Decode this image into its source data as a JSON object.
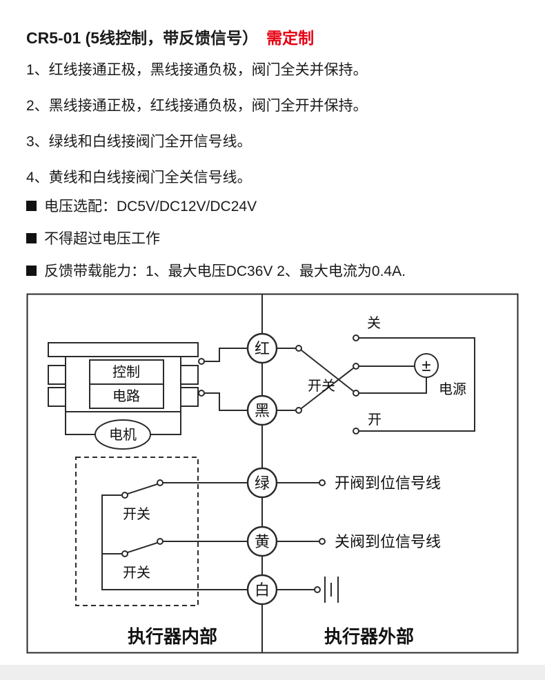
{
  "header": {
    "title": "CR5-01 (5线控制，带反馈信号）",
    "badge": "需定制"
  },
  "notes": [
    "1、红线接通正极，黑线接通负极，阀门全关并保持。",
    "2、黑线接通正极，红线接通负极，阀门全开并保持。",
    "3、绿线和白线接阀门全开信号线。",
    "4、黄线和白线接阀门全关信号线。"
  ],
  "specs": [
    "电压选配：DC5V/DC12V/DC24V",
    "不得超过电压工作",
    "反馈带载能力：1、最大电压DC36V 2、最大电流为0.4A."
  ],
  "diagram": {
    "controller_line1": "控制",
    "controller_line2": "电路",
    "motor": "电机",
    "wires": {
      "red": "红",
      "black": "黑",
      "green": "绿",
      "yellow": "黄",
      "white": "白"
    },
    "switch_label": "开关",
    "close_label": "关",
    "open_label": "开",
    "power_symbol": "±",
    "power_label": "电源",
    "open_signal": "开阀到位信号线",
    "close_signal": "关阀到位信号线",
    "internal_label": "执行器内部",
    "external_label": "执行器外部"
  },
  "colors": {
    "badge_red": "#e60012",
    "line": "#2a2a2a"
  }
}
